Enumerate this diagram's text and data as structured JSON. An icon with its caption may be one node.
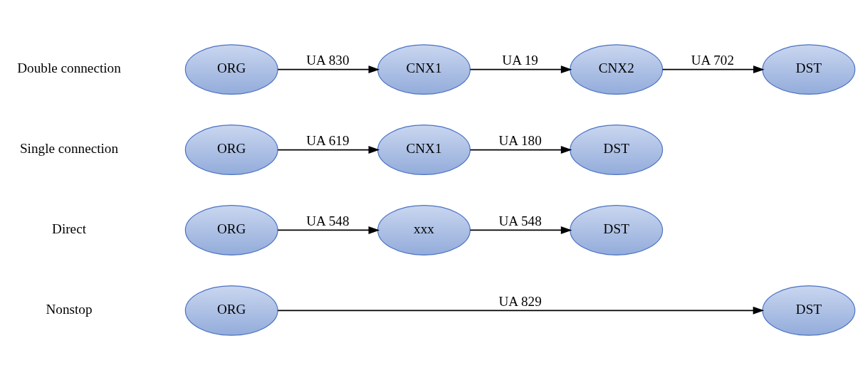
{
  "diagram": {
    "nodes": [
      {
        "text": [
          "ORG"
        ]
      },
      {
        "text": [
          "DST"
        ]
      },
      {
        "text": [
          "ORG"
        ]
      },
      {
        "text": [
          "xxx"
        ]
      },
      {
        "text": [
          "DST"
        ]
      },
      {
        "text": [
          "ORG"
        ]
      },
      {
        "text": [
          "CNX1"
        ]
      },
      {
        "text": [
          "DST"
        ]
      },
      {
        "text": [
          "ORG"
        ]
      },
      {
        "text": [
          "CNX1"
        ]
      },
      {
        "text": [
          "CNX2"
        ]
      },
      {
        "text": [
          "DST"
        ]
      }
    ],
    "edges": [
      {
        "from": 0,
        "to": 1,
        "arrow": "to",
        "label": "UA 829"
      },
      {
        "from": 2,
        "to": 3,
        "arrow": "to",
        "label": "UA 548"
      },
      {
        "from": 3,
        "to": 4,
        "arrow": "to",
        "label": "UA 548"
      },
      {
        "from": 5,
        "to": 6,
        "arrow": "to",
        "label": "UA 619"
      },
      {
        "from": 6,
        "to": 7,
        "arrow": "to",
        "label": "UA 180"
      },
      {
        "from": 8,
        "to": 9,
        "arrow": "to",
        "label": "UA 830"
      },
      {
        "from": 9,
        "to": 10,
        "arrow": "to",
        "label": "UA 19"
      },
      {
        "from": 10,
        "to": 11,
        "arrow": "to",
        "label": "UA 702"
      }
    ],
    "labels": [
      "Nonstop",
      "Direct",
      "Single connection",
      "Double connection"
    ]
  }
}
